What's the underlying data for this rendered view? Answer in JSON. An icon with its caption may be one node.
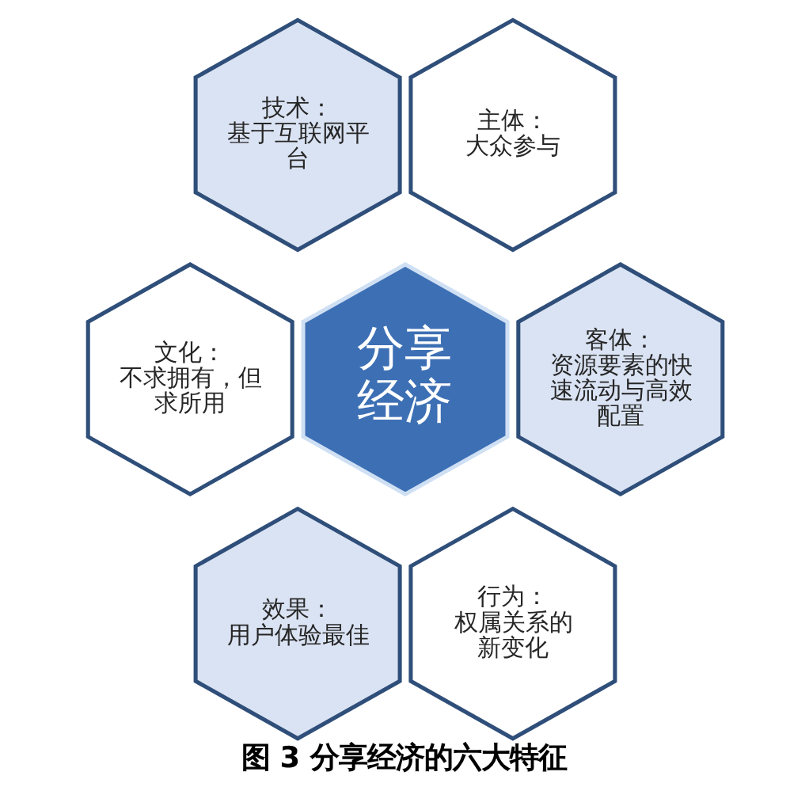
{
  "diagram": {
    "caption": "图 3 分享经济的六大特征",
    "nodes": [
      {
        "text": [
          "技术：",
          "基于互联网平台"
        ]
      },
      {
        "text": [
          "主体：",
          "大众参与"
        ]
      },
      {
        "text": [
          "文化：",
          "不求拥有，但求所用"
        ]
      },
      {
        "text": [
          "分享经济"
        ]
      },
      {
        "text": [
          "客体：",
          "资源要素的快速流动与高效配置"
        ]
      },
      {
        "text": [
          "效果：",
          "用户体验最佳"
        ]
      },
      {
        "text": [
          "行为：",
          "权属关系的新变化"
        ]
      }
    ],
    "edges": []
  }
}
